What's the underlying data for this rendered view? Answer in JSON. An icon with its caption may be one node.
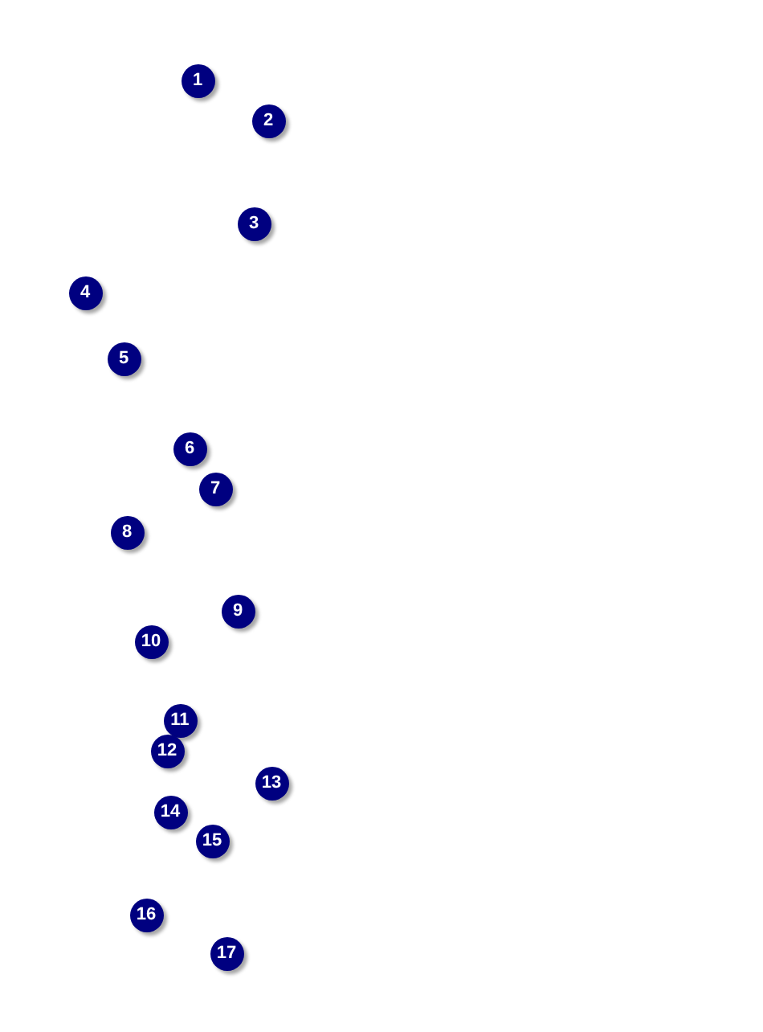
{
  "diagram": {
    "labels": [
      "1",
      "2",
      "3",
      "4",
      "5",
      "6",
      "7",
      "8",
      "9",
      "10",
      "11",
      "12",
      "13",
      "14",
      "15",
      "16",
      "17"
    ]
  }
}
